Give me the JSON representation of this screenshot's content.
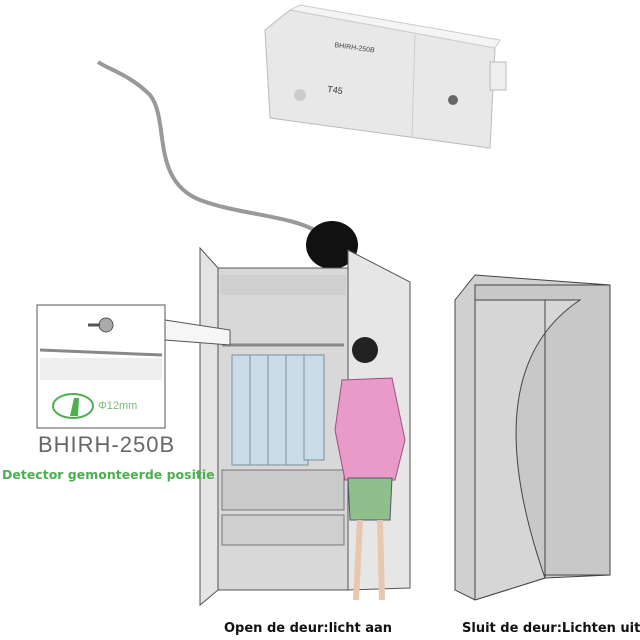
{
  "device": {
    "model_label": "BHIRH-250B",
    "sub_label": "T45"
  },
  "inset": {
    "diameter": "Φ12mm",
    "model": "BHIRH-250B",
    "position_caption": "Detector gemonteerde positie"
  },
  "captions": {
    "open": "Open de deur:licht aan",
    "closed": "Sluit de deur:Lichten uit"
  },
  "colors": {
    "caption_green": "#4caf50",
    "blouse": "#e89ac8",
    "skirt": "#8fbf8a"
  }
}
